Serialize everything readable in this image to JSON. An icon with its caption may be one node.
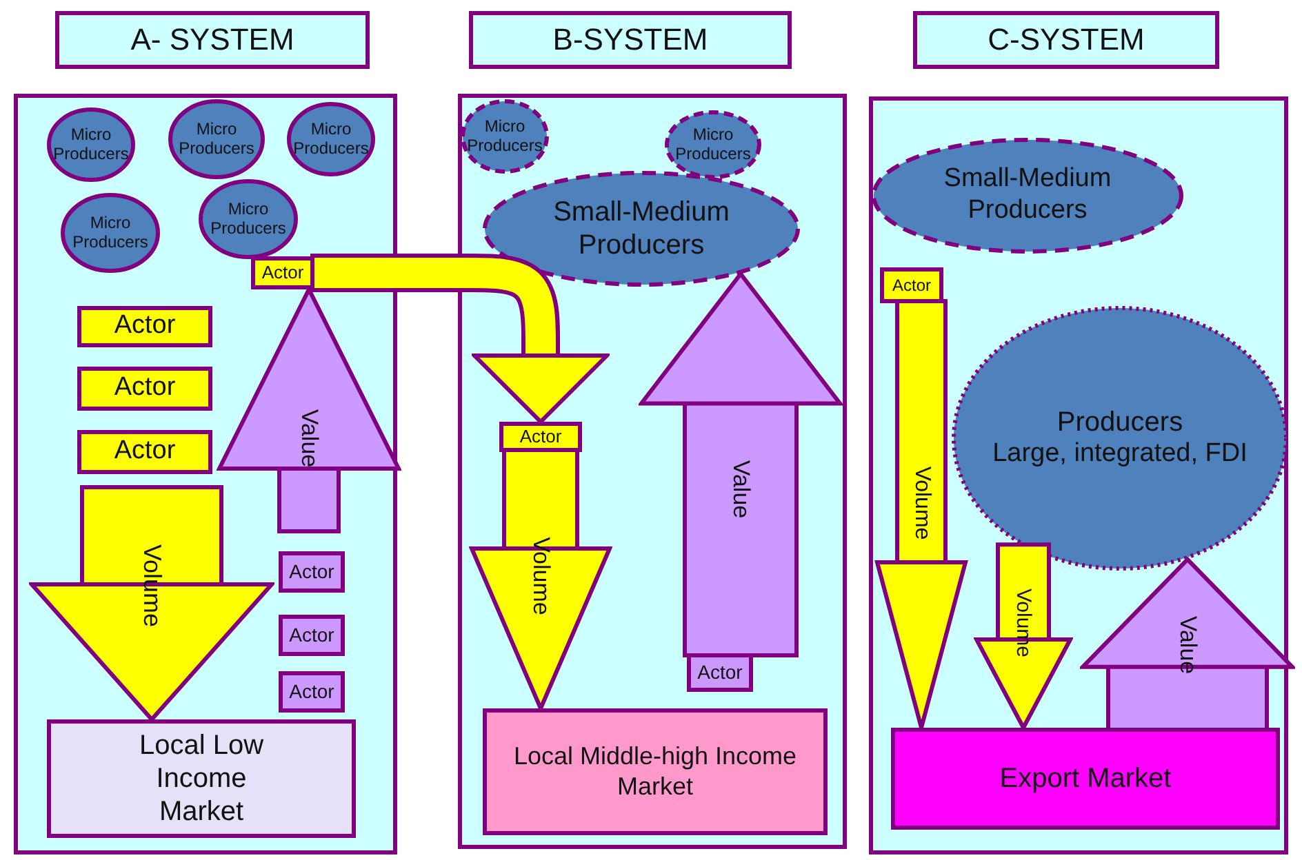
{
  "diagram": {
    "nodes": [
      {
        "text": [
          "A- SYSTEM"
        ]
      },
      {
        "text": [
          "B-SYSTEM"
        ]
      },
      {
        "text": [
          "C-SYSTEM"
        ]
      },
      {
        "text": [],
        "shape": "box"
      },
      {
        "text": [],
        "shape": "box"
      },
      {
        "text": [],
        "shape": "box"
      },
      {
        "text": [
          "Micro Producers"
        ],
        "in": 3
      },
      {
        "text": [
          "Micro Producers"
        ],
        "in": 3
      },
      {
        "text": [
          "Micro Producers"
        ],
        "in": 3
      },
      {
        "text": [
          "Micro Producers"
        ],
        "in": 3
      },
      {
        "text": [
          "Micro Producers"
        ],
        "in": 3
      },
      {
        "text": [
          "Actor"
        ],
        "in": 3
      },
      {
        "text": [
          "Actor"
        ],
        "in": 3
      },
      {
        "text": [
          "Actor"
        ],
        "in": 3
      },
      {
        "text": [
          "Actor"
        ],
        "in": 3
      },
      {
        "text": [
          "Actor"
        ],
        "in": 3
      },
      {
        "text": [
          "Actor"
        ],
        "in": 3
      },
      {
        "text": [
          "Actor"
        ],
        "in": 3
      },
      {
        "text": [
          "Local Low Income Market"
        ],
        "in": 3
      },
      {
        "text": [
          "Micro Producers"
        ],
        "in": 4
      },
      {
        "text": [
          "Micro Producers"
        ],
        "in": 4
      },
      {
        "text": [
          "Small-Medium Producers"
        ],
        "in": 4
      },
      {
        "text": [
          "Actor"
        ],
        "in": 4
      },
      {
        "text": [
          "Actor"
        ],
        "in": 4
      },
      {
        "text": [
          "Local Middle-high Income Market"
        ],
        "in": 4
      },
      {
        "text": [
          "Small-Medium Producers"
        ],
        "in": 5
      },
      {
        "text": [
          "Actor"
        ],
        "in": 5
      },
      {
        "text": [
          "Producers",
          "Large, integrated, FDI"
        ],
        "in": 5
      },
      {
        "text": [
          "Export Market"
        ],
        "in": 5
      }
    ],
    "edges": [
      {
        "from": 11,
        "to": 22,
        "arrow": "to"
      },
      {
        "from": null,
        "to": 11,
        "label": "Value",
        "arrow": "to",
        "color": "#cc99ff"
      },
      {
        "from": null,
        "to": 18,
        "label": "Volume",
        "arrow": "to"
      },
      {
        "from": 22,
        "to": 24,
        "label": "Volume",
        "arrow": "to"
      },
      {
        "from": 23,
        "to": 21,
        "label": "Value",
        "arrow": "to",
        "color": "#cc99ff"
      },
      {
        "from": 26,
        "to": 28,
        "label": "Volume",
        "arrow": "to"
      },
      {
        "from": 27,
        "to": 28,
        "label": "Volume",
        "arrow": "to"
      },
      {
        "from": 28,
        "to": 27,
        "label": "Value",
        "arrow": "to",
        "color": "#cc99ff"
      }
    ]
  }
}
